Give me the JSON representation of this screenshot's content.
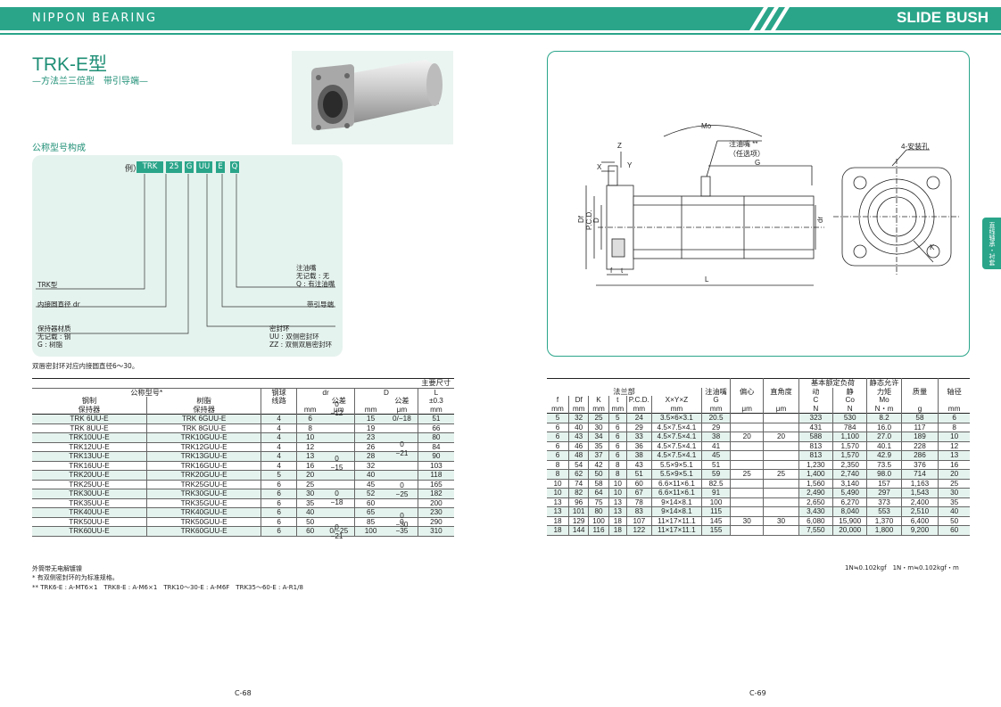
{
  "header": {
    "left": "NIPPON BEARING",
    "right": "SLIDE BUSH"
  },
  "title": "TRK-E型",
  "subtitle": "—方法兰三倍型　带引导端—",
  "section_title": "公称型号构成",
  "code": {
    "example_label": "例）",
    "segments": [
      "TRK",
      "25",
      "G",
      "UU",
      "E",
      "Q"
    ]
  },
  "code_labels": {
    "oil": "注油嘴",
    "oil_none": "无记载 : 无",
    "oil_q": "Q : 有注油嘴",
    "trk": "TRK型",
    "dr": "内接圆直径 dr",
    "guide": "带引导端",
    "mat": "保持器材质",
    "mat_none": "无记载 : 钢",
    "mat_g": "G : 树脂",
    "seal": "密封环",
    "seal_uu": "UU : 双侧密封环",
    "seal_zz": "ZZ : 双侧双唇密封环"
  },
  "note_seal": "双唇密封环对应内接圆直径6～30。",
  "left_table": {
    "h": {
      "model": "公称型号*",
      "steel": "钢制",
      "resin": "树脂",
      "holder": "保持器",
      "balls": "钢球",
      "rows": "线路",
      "dr": "dr",
      "D": "D",
      "L": "L",
      "tol": "公差",
      "main": "主要尺寸",
      "L_tol": "±0.3",
      "mm": "mm",
      "um": "μm"
    },
    "rows": [
      [
        "TRK 6UU-E",
        "TRK 6GUU-E",
        "4",
        "6",
        "",
        "15",
        "0/−18",
        "51"
      ],
      [
        "TRK 8UU-E",
        "TRK 8GUU-E",
        "4",
        "8",
        "",
        "19",
        "",
        "66"
      ],
      [
        "TRK10UU-E",
        "TRK10GUU-E",
        "4",
        "10",
        "",
        "23",
        "",
        "80"
      ],
      [
        "TRK12UU-E",
        "TRK12GUU-E",
        "4",
        "12",
        "",
        "26",
        "",
        "84"
      ],
      [
        "TRK13UU-E",
        "TRK13GUU-E",
        "4",
        "13",
        "",
        "28",
        "",
        "90"
      ],
      [
        "TRK16UU-E",
        "TRK16GUU-E",
        "4",
        "16",
        "",
        "32",
        "",
        "103"
      ],
      [
        "TRK20UU-E",
        "TRK20GUU-E",
        "5",
        "20",
        "",
        "40",
        "",
        "118"
      ],
      [
        "TRK25UU-E",
        "TRK25GUU-E",
        "6",
        "25",
        "",
        "45",
        "",
        "165"
      ],
      [
        "TRK30UU-E",
        "TRK30GUU-E",
        "6",
        "30",
        "",
        "52",
        "",
        "182"
      ],
      [
        "TRK35UU-E",
        "TRK35GUU-E",
        "6",
        "35",
        "",
        "60",
        "",
        "200"
      ],
      [
        "TRK40UU-E",
        "TRK40GUU-E",
        "6",
        "40",
        "",
        "65",
        "",
        "230"
      ],
      [
        "TRK50UU-E",
        "TRK50GUU-E",
        "6",
        "50",
        "",
        "85",
        "0",
        "290"
      ],
      [
        "TRK60UU-E",
        "TRK60GUU-E",
        "6",
        "60",
        "0/−25",
        "100",
        "−35",
        "310"
      ]
    ],
    "tol_groups": {
      "dr1": "0",
      "dr1b": "−12",
      "dr2": "0",
      "dr2b": "−15",
      "dr3": "0",
      "dr3b": "−18",
      "dr4": "0",
      "dr4b": "−21",
      "D1": "0",
      "D1b": "−21",
      "D2": "0",
      "D2b": "−25",
      "D3": "0",
      "D3b": "−30"
    }
  },
  "left_notes": [
    "外筒带无电解镀镍",
    "* 有双侧密封环的为标准规格。",
    "** TRK6-E : A-MT6×1　TRK8-E : A-M6×1　TRK10～30-E : A-M6F　TRK35～60-E : A-R1/8"
  ],
  "right_table": {
    "h": {
      "flange": "法兰部",
      "f": "f",
      "Df": "Df",
      "K": "K",
      "t": "t",
      "pcd": "P.C.D.",
      "xyz": "X×Y×Z",
      "oil": "注油嘴",
      "G": "G",
      "ecc": "偏心",
      "perp": "直角度",
      "load": "基本额定负荷",
      "dyn": "动",
      "sta": "静",
      "C": "C",
      "Co": "Co",
      "mom": "静态允许",
      "mom2": "力矩",
      "Mo": "Mo",
      "mass": "质量",
      "shaft": "轴径",
      "mm": "mm",
      "um": "μm",
      "N": "N",
      "Nm": "N・m",
      "g": "g"
    },
    "rows": [
      [
        "5",
        "32",
        "25",
        "5",
        "24",
        "3.5×6×3.1",
        "20.5",
        "323",
        "530",
        "8.2",
        "58",
        "6"
      ],
      [
        "6",
        "40",
        "30",
        "6",
        "29",
        "4.5×7.5×4.1",
        "29",
        "431",
        "784",
        "16.0",
        "117",
        "8"
      ],
      [
        "6",
        "43",
        "34",
        "6",
        "33",
        "4.5×7.5×4.1",
        "38",
        "588",
        "1,100",
        "27.0",
        "189",
        "10"
      ],
      [
        "6",
        "46",
        "35",
        "6",
        "36",
        "4.5×7.5×4.1",
        "41",
        "813",
        "1,570",
        "40.1",
        "228",
        "12"
      ],
      [
        "6",
        "48",
        "37",
        "6",
        "38",
        "4.5×7.5×4.1",
        "45",
        "813",
        "1,570",
        "42.9",
        "286",
        "13"
      ],
      [
        "8",
        "54",
        "42",
        "8",
        "43",
        "5.5×9×5.1",
        "51",
        "1,230",
        "2,350",
        "73.5",
        "376",
        "16"
      ],
      [
        "8",
        "62",
        "50",
        "8",
        "51",
        "5.5×9×5.1",
        "59",
        "1,400",
        "2,740",
        "98.0",
        "714",
        "20"
      ],
      [
        "10",
        "74",
        "58",
        "10",
        "60",
        "6.6×11×6.1",
        "82.5",
        "1,560",
        "3,140",
        "157",
        "1,163",
        "25"
      ],
      [
        "10",
        "82",
        "64",
        "10",
        "67",
        "6.6×11×6.1",
        "91",
        "2,490",
        "5,490",
        "297",
        "1,543",
        "30"
      ],
      [
        "13",
        "96",
        "75",
        "13",
        "78",
        "9×14×8.1",
        "100",
        "2,650",
        "6,270",
        "373",
        "2,400",
        "35"
      ],
      [
        "13",
        "101",
        "80",
        "13",
        "83",
        "9×14×8.1",
        "115",
        "3,430",
        "8,040",
        "553",
        "2,510",
        "40"
      ],
      [
        "18",
        "129",
        "100",
        "18",
        "107",
        "11×17×11.1",
        "145",
        "6,080",
        "15,900",
        "1,370",
        "6,400",
        "50"
      ],
      [
        "18",
        "144",
        "116",
        "18",
        "122",
        "11×17×11.1",
        "155",
        "7,550",
        "20,000",
        "1,800",
        "9,200",
        "60"
      ]
    ],
    "groups": {
      "e1": "20",
      "p1": "20",
      "e2": "25",
      "p2": "25",
      "e3": "30",
      "p3": "30"
    }
  },
  "conv": "1N≒0.102kgf　1N・m≒0.102kgf・m",
  "diagram": {
    "mo": "Mo",
    "oil": "注油嘴 **",
    "oil_opt": "（任选项）",
    "G": "G",
    "holes": "4-安装孔",
    "L": "L",
    "f": "f",
    "t": "t",
    "K": "K",
    "Df": "Df",
    "pcd": "P.C.D.",
    "D": "D",
    "dr": "dr",
    "X": "X",
    "Y": "Y",
    "Z": "Z"
  },
  "side_tab": "直线轴承・衬套",
  "pages": {
    "left": "C-68",
    "right": "C-69"
  },
  "colors": {
    "accent": "#2aa58a",
    "light": "#e5f3ee"
  }
}
